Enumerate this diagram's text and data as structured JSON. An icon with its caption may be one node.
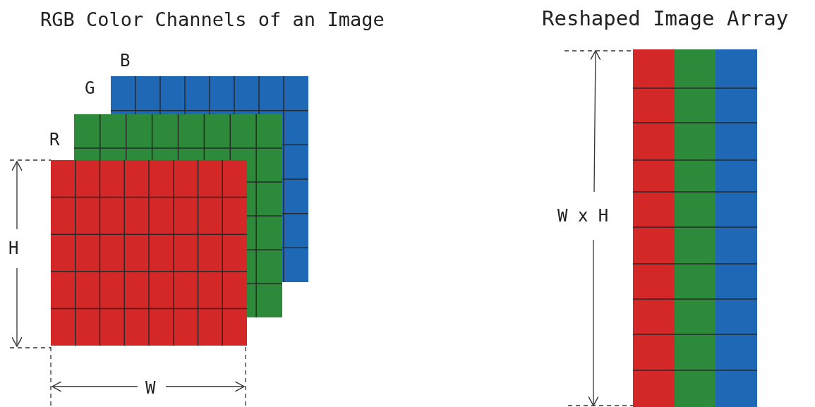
{
  "diagram": {
    "labels": [
      "RGB Color Channels of an Image",
      "Reshaped Image Array",
      "B",
      "G",
      "R",
      "W x H",
      "H",
      "W"
    ]
  }
}
